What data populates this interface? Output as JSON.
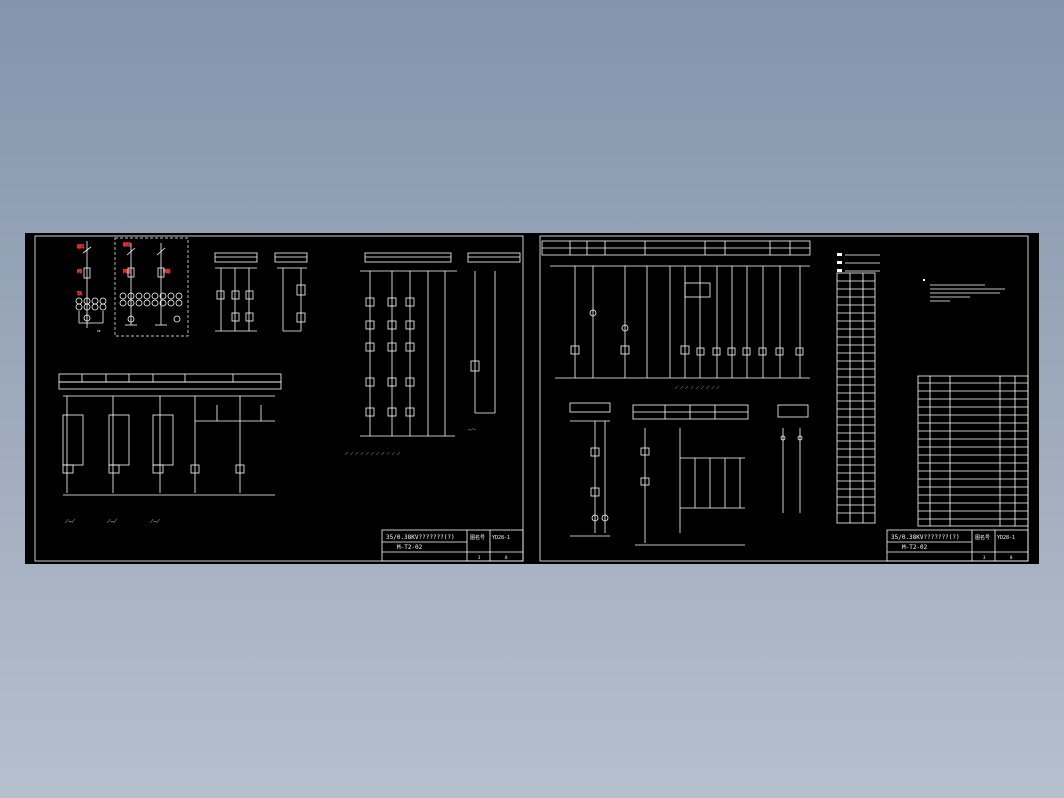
{
  "drawing": {
    "sheet_left": {
      "title": "35/0.38KV???????(?)",
      "drawing_no": "M-T2-02",
      "label_tuhao": "图名号",
      "label_code": "YD28-1",
      "row_nums": [
        "3",
        "8"
      ]
    },
    "sheet_right": {
      "title": "35/0.38KV???????(?)",
      "drawing_no": "M-T2-02",
      "label_tuhao": "图名号",
      "label_code": "YD28-1",
      "row_nums": [
        "3",
        "8"
      ]
    }
  }
}
